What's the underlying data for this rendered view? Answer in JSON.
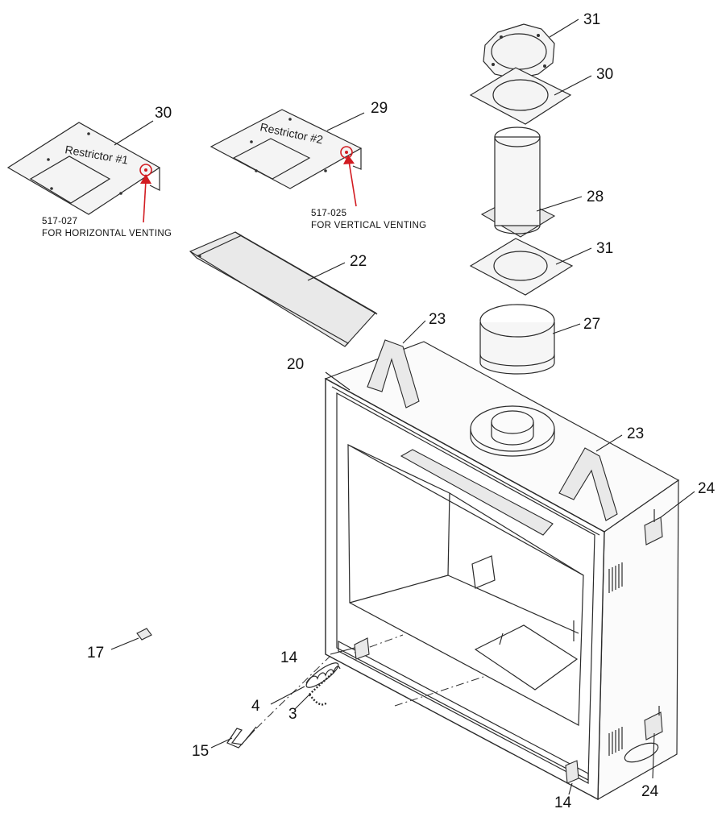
{
  "parts": {
    "p31_top": "31",
    "p30_gasket": "30",
    "p30_plate": "30",
    "p29": "29",
    "p28": "28",
    "p31_mid": "31",
    "p22": "22",
    "p23_left": "23",
    "p27": "27",
    "p20": "20",
    "p23_right": "23",
    "p24_top": "24",
    "p17": "17",
    "p14_left": "14",
    "p4": "4",
    "p3": "3",
    "p15": "15",
    "p24_bottom": "24",
    "p14_bottom": "14"
  },
  "restrictors": {
    "r1_name": "Restrictor #1",
    "r1_code": "517-027",
    "r1_use": "FOR HORIZONTAL VENTING",
    "r2_name": "Restrictor #2",
    "r2_code": "517-025",
    "r2_use": "FOR VERTICAL VENTING"
  },
  "colors": {
    "highlight": "#d21c22",
    "line": "#2a2a2a"
  }
}
